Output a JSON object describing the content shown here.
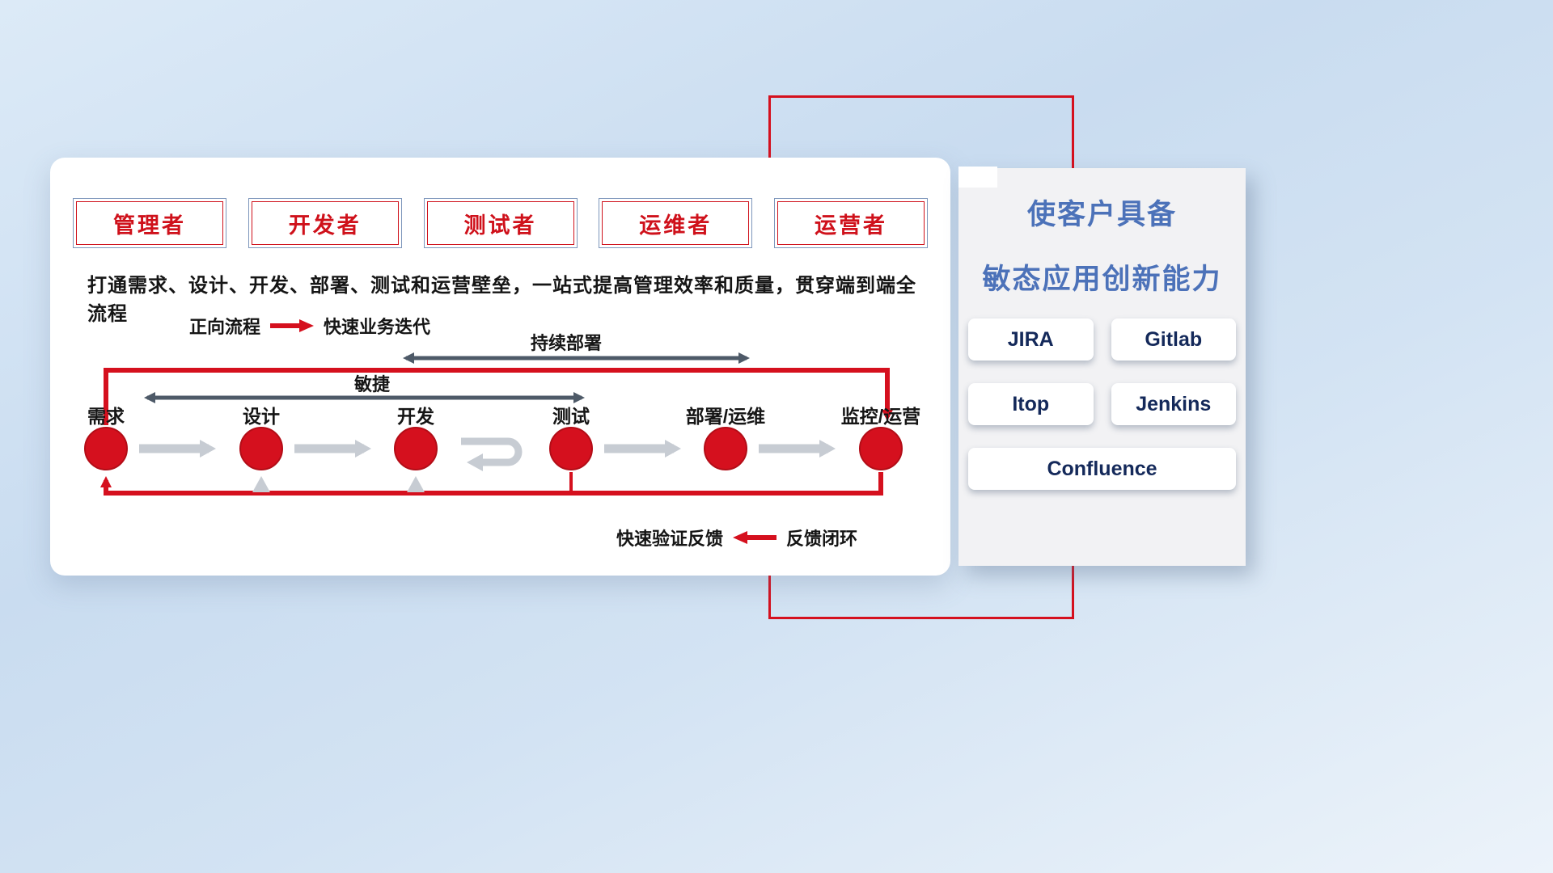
{
  "roles": [
    {
      "label": "管理者"
    },
    {
      "label": "开发者"
    },
    {
      "label": "测试者"
    },
    {
      "label": "运维者"
    },
    {
      "label": "运营者"
    }
  ],
  "description": "打通需求、设计、开发、部署、测试和运营壁垒，一站式提高管理效率和质量，贯穿端到端全流程",
  "legend_forward": {
    "label": "正向流程",
    "value": "快速业务迭代"
  },
  "legend_feedback": {
    "label": "快速验证反馈",
    "value": "反馈闭环"
  },
  "flow": {
    "span_deploy": "持续部署",
    "span_agile": "敏捷",
    "nodes": [
      {
        "label": "需求"
      },
      {
        "label": "设计"
      },
      {
        "label": "开发"
      },
      {
        "label": "测试"
      },
      {
        "label": "部署/运维"
      },
      {
        "label": "监控/运营"
      }
    ]
  },
  "right_panel": {
    "title_line1": "使客户具备",
    "title_line2": "敏态应用创新能力",
    "tools": [
      "JIRA",
      "Gitlab",
      "Itop",
      "Jenkins",
      "Confluence"
    ]
  },
  "colors": {
    "accent_red": "#d5101e",
    "title_blue": "#4c72b9",
    "dark_arrow": "#4e5a68",
    "gray_arrow": "#c7ccd3"
  }
}
